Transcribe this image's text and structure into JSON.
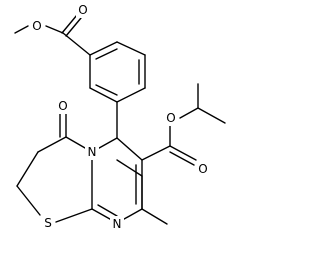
{
  "structure": {
    "atoms": {
      "o_methoxy": "O",
      "o_ester_carbonyl_top": "O",
      "o_isopropyl_ester": "O",
      "o_isopropyl_carbonyl": "O",
      "o_lactam": "O",
      "n_ring": "N",
      "s_ring": "S",
      "n_imine": "N"
    }
  }
}
